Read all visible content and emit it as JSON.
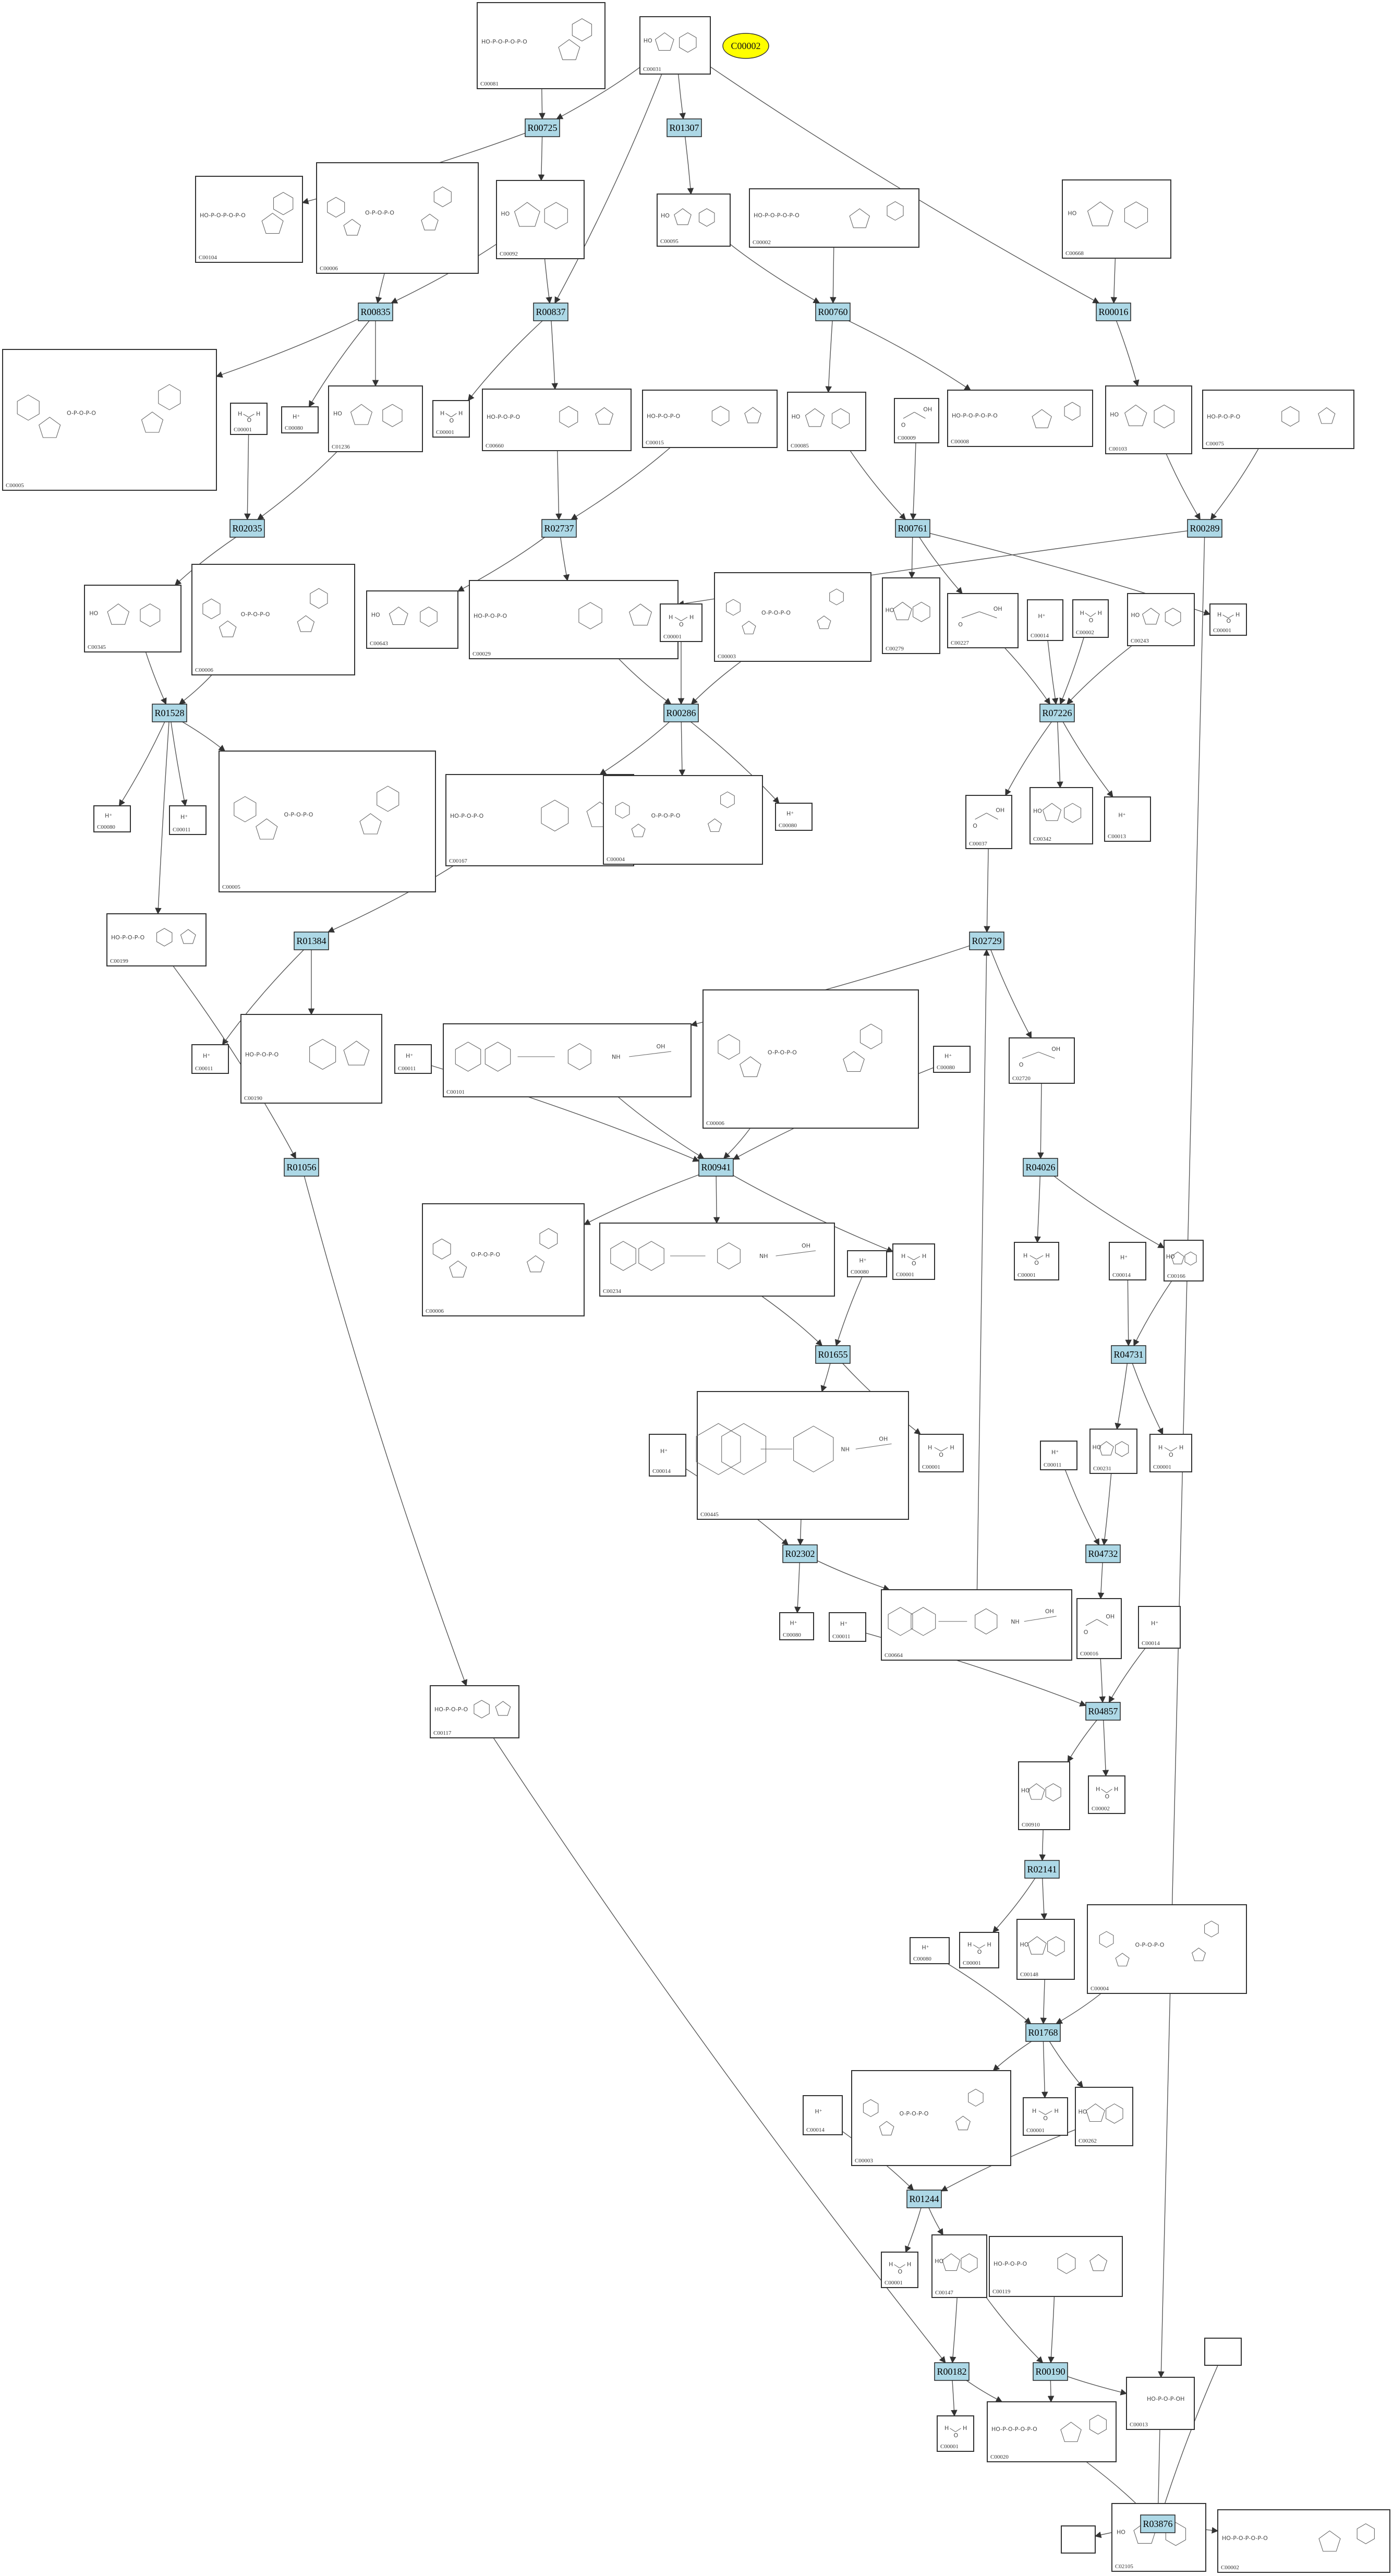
{
  "focus": {
    "label": "C00002",
    "color": "#ffff00"
  },
  "colors": {
    "reaction_fill": "#add8e6",
    "edge": "#555555"
  },
  "reactions": [
    {
      "id": "R00725",
      "label": "R00725"
    },
    {
      "id": "R01307",
      "label": "R01307"
    },
    {
      "id": "R00835",
      "label": "R00835"
    },
    {
      "id": "R00837",
      "label": "R00837"
    },
    {
      "id": "R00760",
      "label": "R00760"
    },
    {
      "id": "R00016",
      "label": "R00016"
    },
    {
      "id": "R02035",
      "label": "R02035"
    },
    {
      "id": "R02737",
      "label": "R02737"
    },
    {
      "id": "R00761",
      "label": "R00761"
    },
    {
      "id": "R00289",
      "label": "R00289"
    },
    {
      "id": "R01528",
      "label": "R01528"
    },
    {
      "id": "R00286",
      "label": "R00286"
    },
    {
      "id": "R07226",
      "label": "R07226"
    },
    {
      "id": "R01384",
      "label": "R01384"
    },
    {
      "id": "R02729",
      "label": "R02729"
    },
    {
      "id": "R01056",
      "label": "R01056"
    },
    {
      "id": "R00941",
      "label": "R00941"
    },
    {
      "id": "R04026",
      "label": "R04026"
    },
    {
      "id": "R01655",
      "label": "R01655"
    },
    {
      "id": "R04731",
      "label": "R04731"
    },
    {
      "id": "R02302",
      "label": "R02302"
    },
    {
      "id": "R04732",
      "label": "R04732"
    },
    {
      "id": "R04857",
      "label": "R04857"
    },
    {
      "id": "R02141",
      "label": "R02141"
    },
    {
      "id": "R01768",
      "label": "R01768"
    },
    {
      "id": "R01244",
      "label": "R01244"
    },
    {
      "id": "R00182",
      "label": "R00182"
    },
    {
      "id": "R00190",
      "label": "R00190"
    },
    {
      "id": "R03876",
      "label": "R03876"
    }
  ],
  "compounds": [
    {
      "id": "c_top1",
      "label": "C00081"
    },
    {
      "id": "c_top2",
      "label": "C00031"
    },
    {
      "id": "c_108",
      "label": "C00104"
    },
    {
      "id": "c_nad",
      "label": "C00006"
    },
    {
      "id": "c_092",
      "label": "C00092"
    },
    {
      "id": "c_095",
      "label": "C00095"
    },
    {
      "id": "c_002a",
      "label": "C00002"
    },
    {
      "id": "c_668",
      "label": "C00668"
    },
    {
      "id": "c_nadph1",
      "label": "C00005"
    },
    {
      "id": "c_h2o1",
      "label": "C00001"
    },
    {
      "id": "c_h1",
      "label": "C00080"
    },
    {
      "id": "c_1236",
      "label": "C01236"
    },
    {
      "id": "c_h2o2",
      "label": "C00001"
    },
    {
      "id": "c_660",
      "label": "C00660"
    },
    {
      "id": "c_udpg",
      "label": "C00015"
    },
    {
      "id": "c_085",
      "label": "C00085"
    },
    {
      "id": "c_009",
      "label": "C00009"
    },
    {
      "id": "c_adp",
      "label": "C00008"
    },
    {
      "id": "c_103",
      "label": "C00103"
    },
    {
      "id": "c_udpglc",
      "label": "C00075"
    },
    {
      "id": "c_345",
      "label": "C00345"
    },
    {
      "id": "c_nadp2",
      "label": "C00006"
    },
    {
      "id": "c_643",
      "label": "C00643"
    },
    {
      "id": "c_029",
      "label": "C00029"
    },
    {
      "id": "c_h2o3",
      "label": "C00001"
    },
    {
      "id": "c_nadh",
      "label": "C00003"
    },
    {
      "id": "c_279",
      "label": "C00279"
    },
    {
      "id": "c_227",
      "label": "C00227"
    },
    {
      "id": "c_014",
      "label": "C00014"
    },
    {
      "id": "c_002b",
      "label": "C00002"
    },
    {
      "id": "c_243",
      "label": "C00243"
    },
    {
      "id": "c_h2o4",
      "label": "C00001"
    },
    {
      "id": "c_h2",
      "label": "C00080"
    },
    {
      "id": "c_011a",
      "label": "C00011"
    },
    {
      "id": "c_nadph2",
      "label": "C00005"
    },
    {
      "id": "c_167",
      "label": "C00167"
    },
    {
      "id": "c_nadh2",
      "label": "C00004"
    },
    {
      "id": "c_h3",
      "label": "C00080"
    },
    {
      "id": "c_037",
      "label": "C00037"
    },
    {
      "id": "c_342",
      "label": "C00342"
    },
    {
      "id": "c_013",
      "label": "C00013"
    },
    {
      "id": "c_199",
      "label": "C00199"
    },
    {
      "id": "c_011b",
      "label": "C00011"
    },
    {
      "id": "c_190",
      "label": "C00190"
    },
    {
      "id": "c_011c",
      "label": "C00011"
    },
    {
      "id": "c_101",
      "label": "C00101"
    },
    {
      "id": "c_nadp3",
      "label": "C00006"
    },
    {
      "id": "c_h4",
      "label": "C00080"
    },
    {
      "id": "c_720",
      "label": "C02720"
    },
    {
      "id": "c_nadp4",
      "label": "C00006"
    },
    {
      "id": "c_234",
      "label": "C00234"
    },
    {
      "id": "c_h5",
      "label": "C00080"
    },
    {
      "id": "c_h2o5",
      "label": "C00001"
    },
    {
      "id": "c_h2o6",
      "label": "C00001"
    },
    {
      "id": "c_014b",
      "label": "C00014"
    },
    {
      "id": "c_166",
      "label": "C00166"
    },
    {
      "id": "c_h2o7",
      "label": "C00001"
    },
    {
      "id": "c_014c",
      "label": "C00014"
    },
    {
      "id": "c_445",
      "label": "C00445"
    },
    {
      "id": "c_011d",
      "label": "C00011"
    },
    {
      "id": "c_231",
      "label": "C00231"
    },
    {
      "id": "c_h2o8",
      "label": "C00001"
    },
    {
      "id": "c_h6",
      "label": "C00080"
    },
    {
      "id": "c_011e",
      "label": "C00011"
    },
    {
      "id": "c_664",
      "label": "C00664"
    },
    {
      "id": "c_016",
      "label": "C00016"
    },
    {
      "id": "c_014d",
      "label": "C00014"
    },
    {
      "id": "c_117",
      "label": "C00117"
    },
    {
      "id": "c_910",
      "label": "C00910"
    },
    {
      "id": "c_002c",
      "label": "C00002"
    },
    {
      "id": "c_h7",
      "label": "C00080"
    },
    {
      "id": "c_h2o9",
      "label": "C00001"
    },
    {
      "id": "c_148",
      "label": "C00148"
    },
    {
      "id": "c_nadh3",
      "label": "C00004"
    },
    {
      "id": "c_014e",
      "label": "C00014"
    },
    {
      "id": "c_nad2",
      "label": "C00003"
    },
    {
      "id": "c_h2o10",
      "label": "C00001"
    },
    {
      "id": "c_262",
      "label": "C00262"
    },
    {
      "id": "c_h2o11",
      "label": "C00001"
    },
    {
      "id": "c_147",
      "label": "C00147"
    },
    {
      "id": "c_119",
      "label": "C00119"
    },
    {
      "id": "c_h2o12",
      "label": "C00001"
    },
    {
      "id": "c_020",
      "label": "C00020"
    },
    {
      "id": "c_013b",
      "label": "C00013"
    },
    {
      "id": "c_empty1",
      "label": ""
    },
    {
      "id": "c_empty2",
      "label": ""
    },
    {
      "id": "c_2105",
      "label": "C02105"
    },
    {
      "id": "c_002d",
      "label": "C00002"
    }
  ]
}
